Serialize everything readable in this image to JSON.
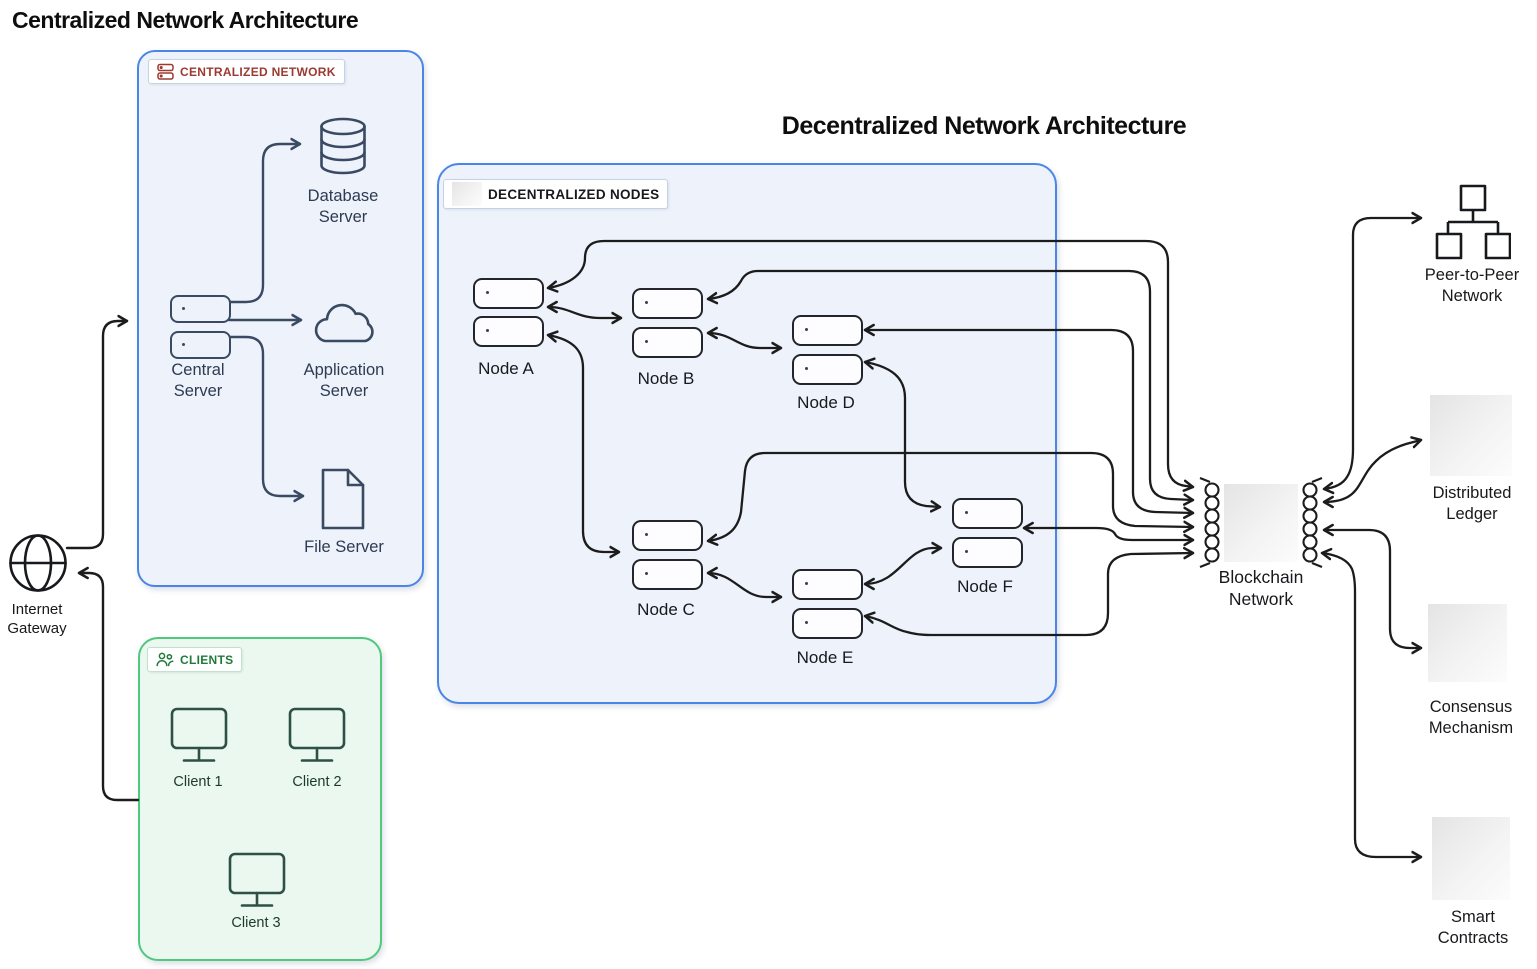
{
  "colors": {
    "box_blue_border": "#4a86e8",
    "box_blue_fill": "#edf2fb",
    "box_green_border": "#4ec97e",
    "box_green_fill": "#eaf8f0",
    "centralized_label_text": "#9b3a31",
    "clients_label_text": "#217a3c",
    "icon_navy": "#3a4a63",
    "wire_black": "#1c1c1c"
  },
  "titles": {
    "centralized": "Centralized Network Architecture",
    "decentralized": "Decentralized Network Architecture"
  },
  "centralized": {
    "group_label": "CENTRALIZED NETWORK",
    "central_server": "Central\nServer",
    "database_server": "Database\nServer",
    "application_server": "Application\nServer",
    "file_server": "File Server"
  },
  "internet_gateway": {
    "label": "Internet\nGateway"
  },
  "clients": {
    "group_label": "CLIENTS",
    "items": [
      {
        "label": "Client 1"
      },
      {
        "label": "Client 2"
      },
      {
        "label": "Client 3"
      }
    ]
  },
  "decentralized": {
    "group_label": "DECENTRALIZED NODES",
    "nodes": [
      {
        "label": "Node A"
      },
      {
        "label": "Node B"
      },
      {
        "label": "Node C"
      },
      {
        "label": "Node D"
      },
      {
        "label": "Node E"
      },
      {
        "label": "Node F"
      }
    ]
  },
  "blockchain": {
    "label": "Blockchain\nNetwork"
  },
  "components": [
    {
      "label": "Peer-to-Peer\nNetwork"
    },
    {
      "label": "Distributed\nLedger"
    },
    {
      "label": "Consensus\nMechanism"
    },
    {
      "label": "Smart\nContracts"
    }
  ]
}
